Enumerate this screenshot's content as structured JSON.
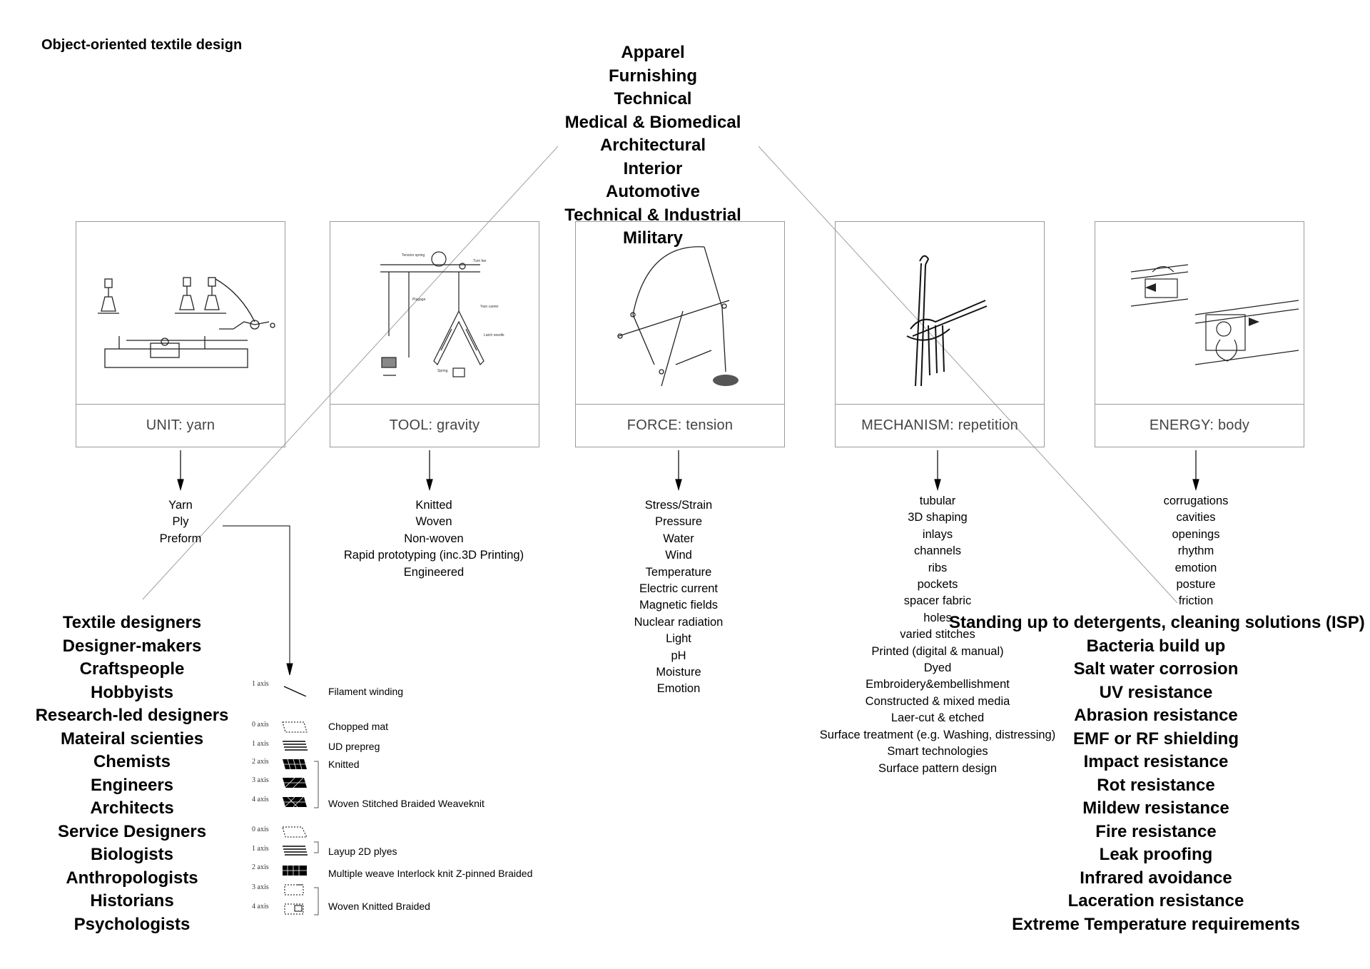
{
  "title": "Object-oriented textile design",
  "applications": [
    "Apparel",
    "Furnishing",
    "Technical",
    "Medical & Biomedical",
    "Architectural",
    "Interior",
    "Automotive",
    "Technical & Industrial",
    "Military"
  ],
  "cards": [
    {
      "caption": "UNIT: yarn",
      "illustration": "yarn-spinning-diagram-icon"
    },
    {
      "caption": "TOOL: gravity",
      "illustration": "gravity-loom-diagram-icon"
    },
    {
      "caption": "FORCE: tension",
      "illustration": "tension-frame-diagram-icon"
    },
    {
      "caption": "MECHANISM: repetition",
      "illustration": "latch-needle-diagram-icon"
    },
    {
      "caption": "ENERGY: body",
      "illustration": "hand-operated-carriage-icon"
    }
  ],
  "unit_list": [
    "Yarn",
    "Ply",
    "Preform"
  ],
  "tool_list": [
    "Knitted",
    "Woven",
    "Non-woven",
    "Rapid prototyping (inc.3D Printing)",
    "Engineered"
  ],
  "force_list": [
    "Stress/Strain",
    "Pressure",
    "Water",
    "Wind",
    "Temperature",
    "Electric current",
    "Magnetic fields",
    "Nuclear radiation",
    "Light",
    "pH",
    "Moisture",
    "Emotion"
  ],
  "mechanism_list": [
    "tubular",
    "3D shaping",
    "inlays",
    "channels",
    "ribs",
    "pockets",
    "spacer fabric",
    "holes",
    "varied stitches",
    "Printed (digital & manual)",
    "Dyed",
    "Embroidery&embellishment",
    "Constructed & mixed media",
    "Laer-cut & etched",
    "Surface treatment (e.g. Washing, distressing)",
    "Smart technologies",
    "Surface pattern design"
  ],
  "energy_list": [
    "corrugations",
    "cavities",
    "openings",
    "rhythm",
    "emotion",
    "posture",
    "friction"
  ],
  "people": [
    "Textile designers",
    "Designer-makers",
    "Craftspeople",
    "Hobbyists",
    "Research-led designers",
    "Mateiral scienties",
    "Chemists",
    "Engineers",
    "Architects",
    "Service Designers",
    "Biologists",
    "Anthropologists",
    "Historians",
    "Psychologists"
  ],
  "requirements": [
    "Standing up to detergents, cleaning solutions (ISP)",
    "Bacteria build up",
    "Salt water corrosion",
    "UV resistance",
    "Abrasion resistance",
    "EMF or RF shielding",
    "Impact resistance",
    "Rot resistance",
    "Mildew resistance",
    "Fire resistance",
    "Leak proofing",
    "Infrared avoidance",
    "Laceration resistance",
    "Extreme Temperature requirements"
  ],
  "axis_labels": [
    "1 axis",
    "0 axis",
    "1 axis",
    "2 axis",
    "3 axis",
    "4 axis",
    "0 axis",
    "1 axis",
    "2 axis",
    "3 axis",
    "4 axis"
  ],
  "axis_descriptions": [
    "Filament winding",
    "Chopped mat",
    "UD prepreg",
    "Knitted",
    "Woven Stitched Braided Weaveknit",
    "Layup 2D plyes",
    "Multiple weave Interlock knit Z-pinned Braided",
    "Woven Knitted Braided"
  ],
  "colors": {
    "border": "#9a9a9a",
    "caption": "#444444",
    "line": "#a0a0a0"
  }
}
